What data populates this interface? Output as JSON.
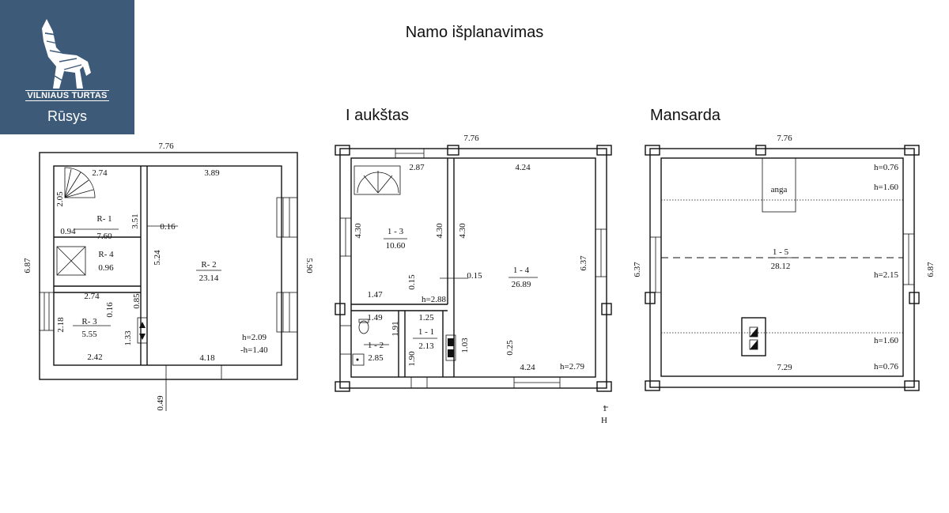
{
  "logo": {
    "brand": "VILNIAUS TURTAS",
    "subtitle": "Rūsys"
  },
  "title": "Namo išplanavimas",
  "headings": {
    "first_floor": "I aukštas",
    "attic": "Mansarda"
  },
  "basement": {
    "overall_width": "7.76",
    "overall_depth": "6.87",
    "right_depth": "5.90",
    "dims": {
      "a": "2.74",
      "b": "2.05",
      "c": "0.94",
      "d": "3.51",
      "e": "0.16",
      "f": "5.24",
      "g": "2.74",
      "h": "0.16",
      "i": "0.85",
      "j": "2.18",
      "k": "1.33",
      "l": "2.42",
      "m": "3.89",
      "n": "4.18",
      "o": "0.49"
    },
    "rooms": [
      {
        "id": "R- 1",
        "area": "7.60"
      },
      {
        "id": "R- 4",
        "area": "0.96"
      },
      {
        "id": "R- 3",
        "area": "5.55"
      },
      {
        "id": "R- 2",
        "area": "23.14"
      }
    ],
    "heights": [
      "h=2.09",
      "-h=1.40"
    ]
  },
  "first_floor": {
    "overall_width": "7.76",
    "dims": {
      "a": "2.87",
      "b": "4.24",
      "c": "4.30",
      "d": "4.30",
      "e": "4.30",
      "f": "0.15",
      "g": "0.15",
      "h": "1.47",
      "i": "6.37",
      "j": "1.49",
      "k": "1.25",
      "l": "1.91",
      "m": "1.90",
      "n": "1.03",
      "o": "0.25",
      "p": "4.24"
    },
    "rooms": [
      {
        "id": "1 - 3",
        "area": "10.60"
      },
      {
        "id": "1 - 4",
        "area": "26.89"
      },
      {
        "id": "1 - 2",
        "area": "2.85"
      },
      {
        "id": "1 - 1",
        "area": "2.13"
      }
    ],
    "heights": [
      "h=2.88",
      "h=2.79"
    ],
    "scale_mark": [
      "1",
      "H"
    ]
  },
  "attic": {
    "overall_width": "7.76",
    "bottom_width": "7.29",
    "left_depth": "6.37",
    "right_depth": "6.87",
    "opening": "anga",
    "room": {
      "id": "1 - 5",
      "area": "28.12"
    },
    "heights": [
      "h=0.76",
      "h=1.60",
      "h=2.15",
      "h=1.60",
      "h=0.76"
    ]
  }
}
